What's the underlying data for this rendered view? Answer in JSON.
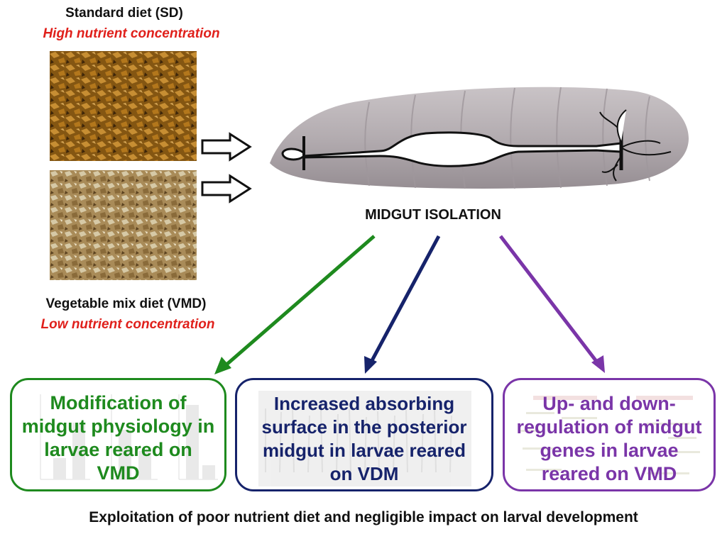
{
  "diets": {
    "sd": {
      "name": "Standard diet (SD)",
      "note": "High nutrient concentration"
    },
    "vmd": {
      "name": "Vegetable mix diet (VMD)",
      "note": "Low nutrient concentration"
    }
  },
  "larva": {
    "caption": "MIDGUT ISOLATION"
  },
  "boxes": {
    "physiology": {
      "text": "Modification of midgut physiology in larvae reared on VMD",
      "color": "#1e8a1e"
    },
    "absorbing": {
      "text": "Increased absorbing surface in the posterior midgut in larvae reared on VDM",
      "color": "#16236b"
    },
    "genes": {
      "text": "Up- and down-regulation of midgut genes in larvae reared on VMD",
      "color": "#7a35a8"
    }
  },
  "footer": {
    "text": "Exploitation of poor nutrient diet and negligible impact on larval development"
  }
}
